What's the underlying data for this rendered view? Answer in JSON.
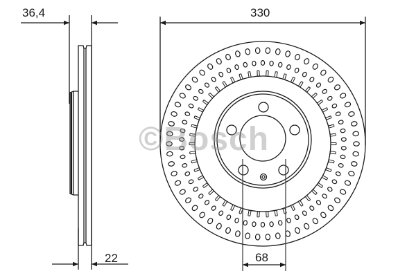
{
  "diagram": {
    "subject": "Brake disc technical drawing",
    "views": [
      "side-profile",
      "front-face"
    ],
    "line_color": "#1a1a1a",
    "background": "#ffffff"
  },
  "dimensions": {
    "overall_height": "36,4",
    "disc_thickness": "22",
    "diameter": "330",
    "center_bore": "68"
  },
  "watermark": {
    "text": "©Bosch",
    "color": "#969696"
  },
  "disc": {
    "bolt_holes": 5,
    "outer_hole_ring_count": 58,
    "middle_hole_ring_count": 58,
    "vent_slot_count": 50
  }
}
